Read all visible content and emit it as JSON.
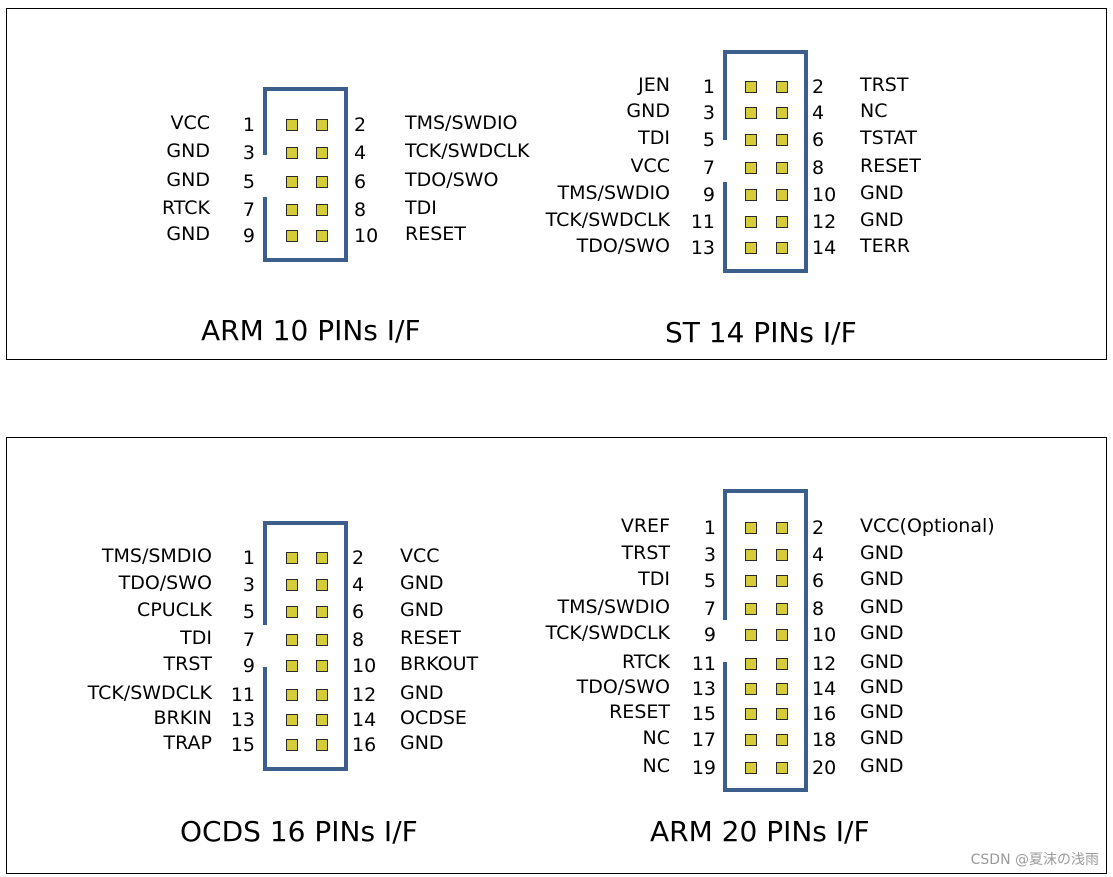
{
  "arm10": {
    "title": "ARM 10 PINs I/F",
    "left": [
      [
        "VCC",
        "1"
      ],
      [
        "GND",
        "3"
      ],
      [
        "GND",
        "5"
      ],
      [
        "RTCK",
        "7"
      ],
      [
        "GND",
        "9"
      ]
    ],
    "right": [
      [
        "2",
        "TMS/SWDIO"
      ],
      [
        "4",
        "TCK/SWDCLK"
      ],
      [
        "6",
        "TDO/SWO"
      ],
      [
        "8",
        "TDI"
      ],
      [
        "10",
        "RESET"
      ]
    ]
  },
  "st14": {
    "title": "ST 14 PINs I/F",
    "left": [
      [
        "JEN",
        "1"
      ],
      [
        "GND",
        "3"
      ],
      [
        "TDI",
        "5"
      ],
      [
        "VCC",
        "7"
      ],
      [
        "TMS/SWDIO",
        "9"
      ],
      [
        "TCK/SWDCLK",
        "11"
      ],
      [
        "TDO/SWO",
        "13"
      ]
    ],
    "right": [
      [
        "2",
        "TRST"
      ],
      [
        "4",
        "NC"
      ],
      [
        "6",
        "TSTAT"
      ],
      [
        "8",
        "RESET"
      ],
      [
        "10",
        "GND"
      ],
      [
        "12",
        "GND"
      ],
      [
        "14",
        "TERR"
      ]
    ]
  },
  "ocds16": {
    "title": "OCDS 16 PINs I/F",
    "left": [
      [
        "TMS/SMDIO",
        "1"
      ],
      [
        "TDO/SWO",
        "3"
      ],
      [
        "CPUCLK",
        "5"
      ],
      [
        "TDI",
        "7"
      ],
      [
        "TRST",
        "9"
      ],
      [
        "TCK/SWDCLK",
        "11"
      ],
      [
        "BRKIN",
        "13"
      ],
      [
        "TRAP",
        "15"
      ]
    ],
    "right": [
      [
        "2",
        "VCC"
      ],
      [
        "4",
        "GND"
      ],
      [
        "6",
        "GND"
      ],
      [
        "8",
        "RESET"
      ],
      [
        "10",
        "BRKOUT"
      ],
      [
        "12",
        "GND"
      ],
      [
        "14",
        "OCDSE"
      ],
      [
        "16",
        "GND"
      ]
    ]
  },
  "arm20": {
    "title": "ARM 20 PINs I/F",
    "left": [
      [
        "VREF",
        "1"
      ],
      [
        "TRST",
        "3"
      ],
      [
        "TDI",
        "5"
      ],
      [
        "TMS/SWDIO",
        "7"
      ],
      [
        "TCK/SWDCLK",
        "9"
      ],
      [
        "RTCK",
        "11"
      ],
      [
        "TDO/SWO",
        "13"
      ],
      [
        "RESET",
        "15"
      ],
      [
        "NC",
        "17"
      ],
      [
        "NC",
        "19"
      ]
    ],
    "right": [
      [
        "2",
        "VCC(Optional)"
      ],
      [
        "4",
        "GND"
      ],
      [
        "6",
        "GND"
      ],
      [
        "8",
        "GND"
      ],
      [
        "10",
        "GND"
      ],
      [
        "12",
        "GND"
      ],
      [
        "14",
        "GND"
      ],
      [
        "16",
        "GND"
      ],
      [
        "18",
        "GND"
      ],
      [
        "20",
        "GND"
      ]
    ]
  },
  "watermark": "CSDN @夏沫の浅雨",
  "colors": {
    "connector": "#3b5e8c",
    "pad": "#d6cc3a"
  }
}
